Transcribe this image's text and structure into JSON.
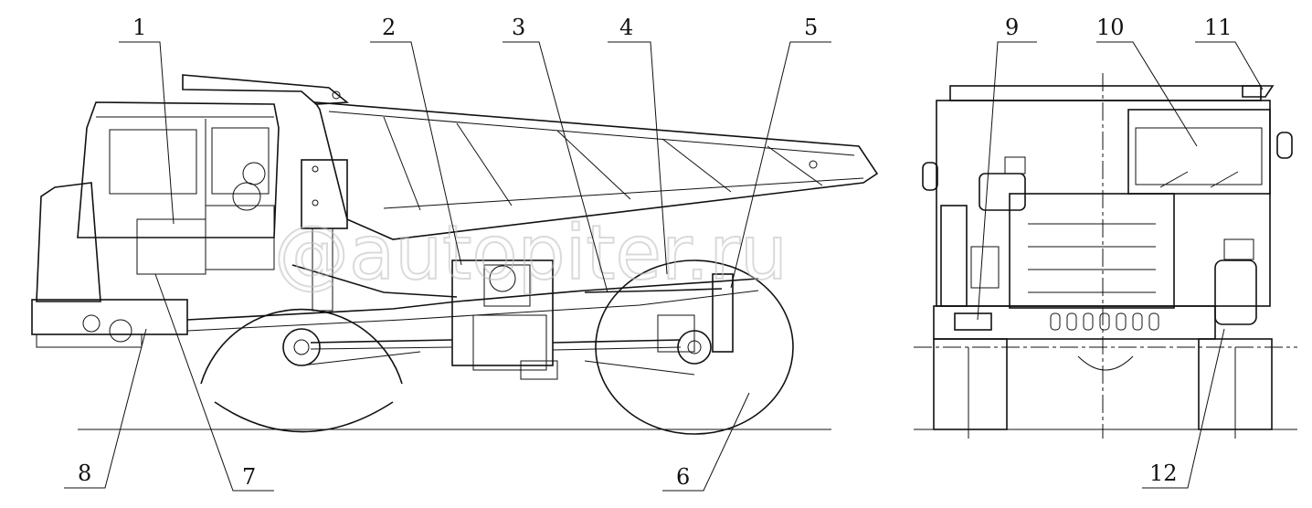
{
  "callouts": [
    {
      "id": "1",
      "label": "1"
    },
    {
      "id": "2",
      "label": "2"
    },
    {
      "id": "3",
      "label": "3"
    },
    {
      "id": "4",
      "label": "4"
    },
    {
      "id": "5",
      "label": "5"
    },
    {
      "id": "6",
      "label": "6"
    },
    {
      "id": "7",
      "label": "7"
    },
    {
      "id": "8",
      "label": "8"
    },
    {
      "id": "9",
      "label": "9"
    },
    {
      "id": "10",
      "label": "10"
    },
    {
      "id": "11",
      "label": "11"
    },
    {
      "id": "12",
      "label": "12"
    }
  ],
  "watermark": "@autopiter.ru"
}
